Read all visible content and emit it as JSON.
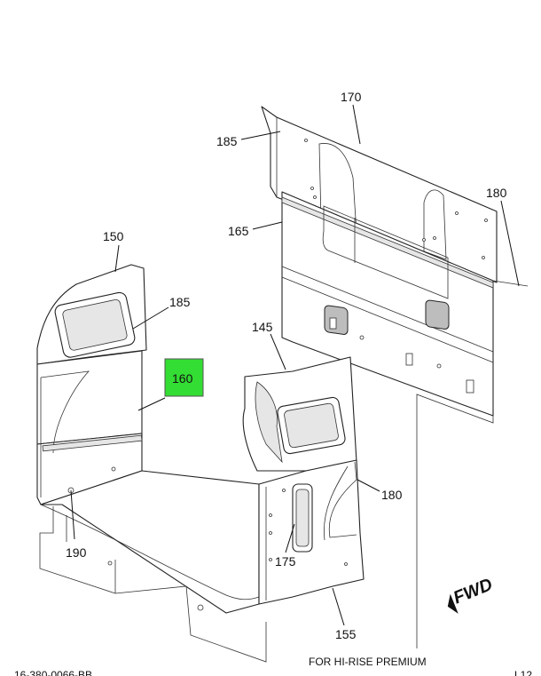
{
  "callouts": {
    "c170": "170",
    "c185_top": "185",
    "c180_right": "180",
    "c165": "165",
    "c150": "150",
    "c185_left": "185",
    "c160": "160",
    "c145": "145",
    "c180_lower": "180",
    "c190": "190",
    "c175": "175",
    "c155": "155"
  },
  "highlight": {
    "callout": "160",
    "color": "#33dd33"
  },
  "fwd_label": "FWD",
  "footer": {
    "note": "FOR HI-RISE PREMIUM",
    "ref_left": "16-380-0066-BB",
    "ref_right": "L12"
  }
}
